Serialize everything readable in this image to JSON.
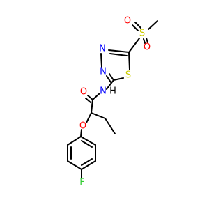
{
  "molecule": {
    "atoms": {
      "S_sulfonyl": "S",
      "O_sulfonyl_1": "O",
      "O_sulfonyl_2": "O",
      "N_ring_1": "N",
      "N_ring_2": "N",
      "S_ring": "S",
      "N_amide": "N",
      "H_amide": "H",
      "O_carbonyl": "O",
      "O_ether": "O",
      "F": "F"
    },
    "colors": {
      "bond": "#000000",
      "sulfur": "#cccc00",
      "oxygen": "#ff0000",
      "nitrogen": "#0000ff",
      "fluorine": "#33cc33"
    }
  }
}
